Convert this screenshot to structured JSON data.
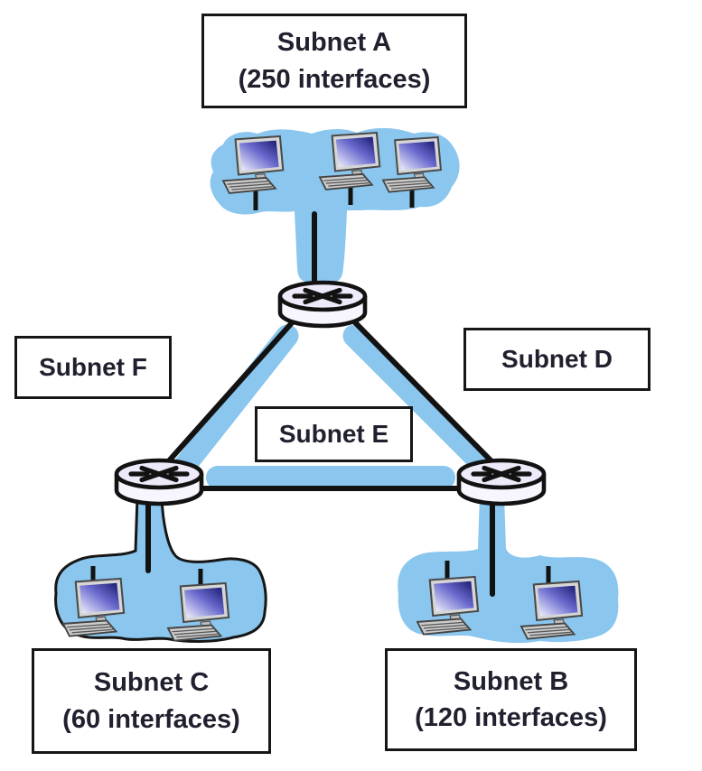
{
  "colors": {
    "subnet_cloud": "#8AC6EE",
    "link_line": "#121212",
    "router_fill": "#F2EFFB",
    "box_border": "#161616",
    "label_text": "#20202F"
  },
  "subnets": [
    {
      "name": "Subnet A",
      "detail": "(250 interfaces)"
    },
    {
      "name": "Subnet F"
    },
    {
      "name": "Subnet D"
    },
    {
      "name": "Subnet E"
    },
    {
      "name": "Subnet C",
      "detail": "(60 interfaces)"
    },
    {
      "name": "Subnet B",
      "detail": "(120 interfaces)"
    }
  ]
}
